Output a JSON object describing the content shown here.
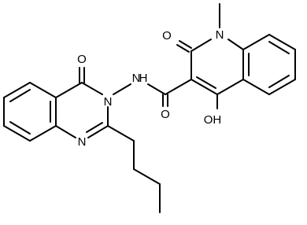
{
  "diagram": {
    "atom_labels": {
      "o_quinazolinone": "O",
      "n3_quinazolinone": "N",
      "n1_quinazolinone": "N",
      "nh_amide": "N",
      "nh_hydrogen": "H",
      "o_amide": "O",
      "n_quinolinone": "N",
      "o_quinolinone": "O",
      "oh_hydroxyl": "OH"
    },
    "colors": {
      "bond": "#000000",
      "text": "#000000",
      "background": "#ffffff"
    }
  }
}
